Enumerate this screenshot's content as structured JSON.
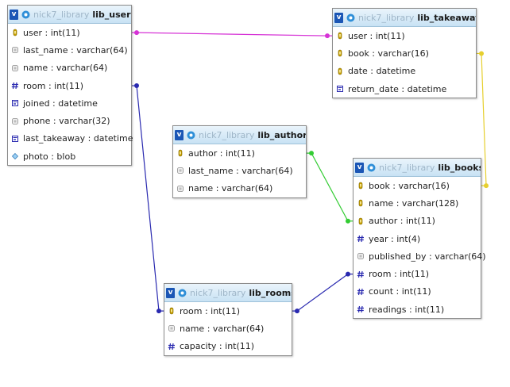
{
  "tables": [
    {
      "id": "lib_users",
      "database": "nick7_library",
      "name": "lib_users",
      "columns": [
        {
          "label": "user : int(11)",
          "icon": "key"
        },
        {
          "label": "last_name : varchar(64)",
          "icon": "column"
        },
        {
          "label": "name : varchar(64)",
          "icon": "column"
        },
        {
          "label": "room : int(11)",
          "icon": "hash"
        },
        {
          "label": "joined : datetime",
          "icon": "date"
        },
        {
          "label": "phone : varchar(32)",
          "icon": "column"
        },
        {
          "label": "last_takeaway : datetime",
          "icon": "date"
        },
        {
          "label": "photo : blob",
          "icon": "blob"
        }
      ]
    },
    {
      "id": "lib_takeaway",
      "database": "nick7_library",
      "name": "lib_takeaway",
      "columns": [
        {
          "label": "user : int(11)",
          "icon": "key"
        },
        {
          "label": "book : varchar(16)",
          "icon": "key"
        },
        {
          "label": "date : datetime",
          "icon": "key"
        },
        {
          "label": "return_date : datetime",
          "icon": "date"
        }
      ]
    },
    {
      "id": "lib_authors",
      "database": "nick7_library",
      "name": "lib_authors",
      "columns": [
        {
          "label": "author : int(11)",
          "icon": "key"
        },
        {
          "label": "last_name : varchar(64)",
          "icon": "column"
        },
        {
          "label": "name : varchar(64)",
          "icon": "column"
        }
      ]
    },
    {
      "id": "lib_books",
      "database": "nick7_library",
      "name": "lib_books",
      "columns": [
        {
          "label": "book : varchar(16)",
          "icon": "key"
        },
        {
          "label": "name : varchar(128)",
          "icon": "key"
        },
        {
          "label": "author : int(11)",
          "icon": "key"
        },
        {
          "label": "year : int(4)",
          "icon": "hash"
        },
        {
          "label": "published_by : varchar(64)",
          "icon": "column"
        },
        {
          "label": "room : int(11)",
          "icon": "hash"
        },
        {
          "label": "count : int(11)",
          "icon": "hash"
        },
        {
          "label": "readings : int(11)",
          "icon": "hash"
        }
      ]
    },
    {
      "id": "lib_rooms",
      "database": "nick7_library",
      "name": "lib_rooms",
      "columns": [
        {
          "label": "room : int(11)",
          "icon": "key"
        },
        {
          "label": "name : varchar(64)",
          "icon": "column"
        },
        {
          "label": "capacity : int(11)",
          "icon": "hash"
        }
      ]
    }
  ],
  "relations": [
    {
      "from_table": "lib_users",
      "from_column": "user : int(11)",
      "to_table": "lib_takeaway",
      "to_column": "user : int(11)",
      "color": "#d633d6"
    },
    {
      "from_table": "lib_takeaway",
      "from_column": "book : varchar(16)",
      "to_table": "lib_books",
      "to_column": "book : varchar(16)",
      "color": "#e6cf2e"
    },
    {
      "from_table": "lib_authors",
      "from_column": "author : int(11)",
      "to_table": "lib_books",
      "to_column": "author : int(11)",
      "color": "#33cc33"
    },
    {
      "from_table": "lib_users",
      "from_column": "room : int(11)",
      "to_table": "lib_rooms",
      "to_column": "room : int(11)",
      "color": "#2a2ab0"
    },
    {
      "from_table": "lib_rooms",
      "from_column": "room : int(11)",
      "to_table": "lib_books",
      "to_column": "room : int(11)",
      "color": "#2a2ab0"
    }
  ],
  "colors": {
    "header_gradient_top": "#eaf4fb",
    "header_gradient_bottom": "#c8e2f4",
    "toggle_blue": "#1b56b5",
    "database_text": "#9fb6c8",
    "key_icon": "#c9a100",
    "hash_icon": "#2a2ab0"
  }
}
